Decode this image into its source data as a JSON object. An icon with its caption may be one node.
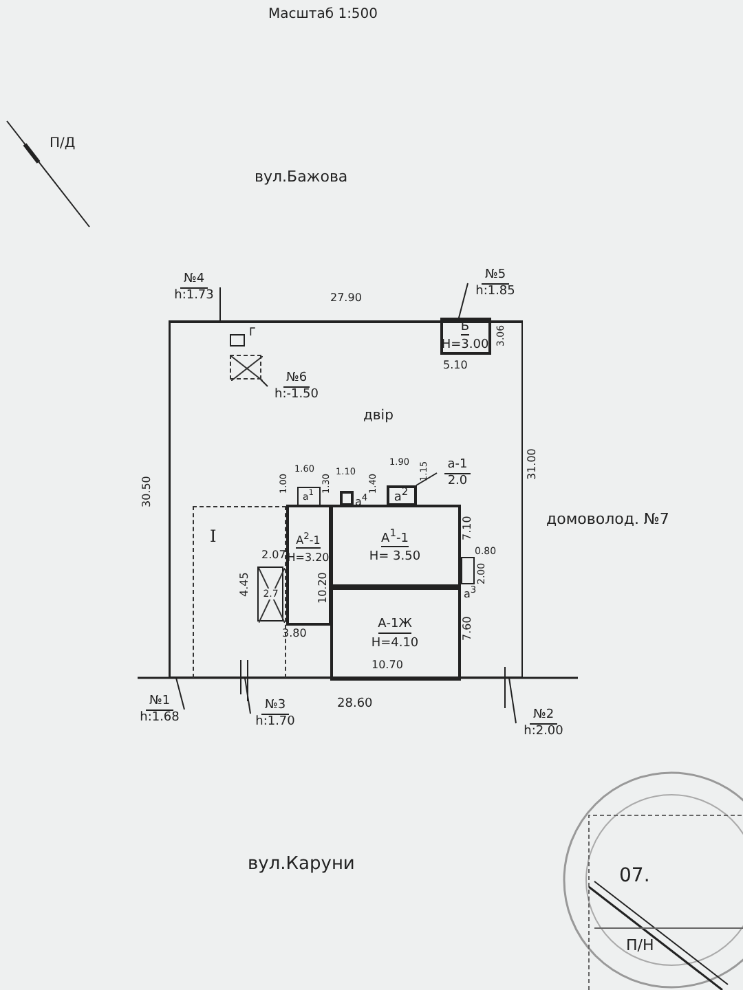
{
  "diagram": {
    "nodes": [
      {
        "text": [
          "двір"
        ]
      },
      {
        "text": [
          "Б",
          "Н=3.00"
        ],
        "beside": [
          "3.06",
          "5.10"
        ],
        "in": 0
      },
      {
        "text": [
          "I"
        ],
        "in": 0
      },
      {
        "text": [
          "А$^{2}$-1",
          "Н=3.20"
        ],
        "in": 0
      },
      {
        "text": [
          "А$^{1}$-1",
          "Н= 3.50"
        ],
        "in": 0
      },
      {
        "text": [
          "А-1Ж",
          "Н=4.10"
        ],
        "in": 0
      },
      {
        "text": [
          "а$^{1}$"
        ],
        "in": 0
      },
      {
        "text": [],
        "shape": "box",
        "beside": [
          "а$^{4}$"
        ],
        "in": 0
      },
      {
        "text": [
          "а$^{2}$"
        ],
        "in": 0
      },
      {
        "text": [],
        "shape": "box",
        "beside": [
          "а$^{3}$"
        ],
        "in": 0
      },
      {
        "text": [],
        "shape": "box",
        "beside": [
          "Г"
        ],
        "in": 0
      },
      {
        "text": [],
        "shape": "box",
        "in": 0
      },
      {
        "text": [
          "2.7"
        ],
        "in": 2
      },
      {
        "text": [
          "а-1",
          "2.0"
        ],
        "in": 0
      },
      {
        "text": [
          "№4",
          "h:1.73"
        ]
      },
      {
        "text": [
          "№5",
          "h:1.85"
        ]
      },
      {
        "text": [
          "№6",
          "h:-1.50"
        ],
        "in": 0
      },
      {
        "text": [
          "№1",
          "h:1.68"
        ]
      },
      {
        "text": [
          "№3",
          "h:1.70"
        ]
      },
      {
        "text": [
          "№2",
          "h:2.00"
        ]
      }
    ],
    "edges": [
      {
        "from": 13,
        "to": 8,
        "arrow": "none"
      },
      {
        "from": 14,
        "to": 0,
        "arrow": "none"
      },
      {
        "from": 15,
        "to": 1,
        "arrow": "none"
      },
      {
        "from": 16,
        "to": 11,
        "arrow": "none"
      },
      {
        "from": 17,
        "to": 0,
        "arrow": "none"
      },
      {
        "from": 18,
        "to": 0,
        "arrow": "none"
      },
      {
        "from": 19,
        "to": 0,
        "arrow": "none"
      }
    ],
    "labels": [
      "Масштаб 1:500",
      "П/Д",
      "вул.Бажова",
      "27.90",
      "31.00",
      "30.50",
      "1.60",
      "1.00",
      "1.10",
      "1.30",
      "1.40",
      "1.90",
      "1.15",
      "7.10",
      "0.80",
      "2.00",
      "2.07",
      "4.45",
      "10.20",
      "3.80",
      "7.60",
      "10.70",
      "28.60",
      "домоволод. №7",
      "вул.Каруни",
      "07.",
      "П/Н"
    ]
  }
}
